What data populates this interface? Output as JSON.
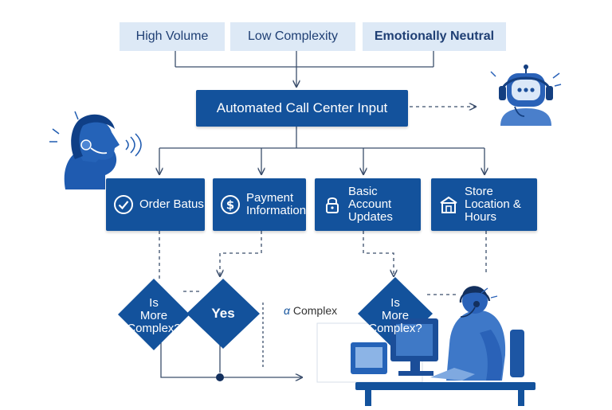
{
  "criteria": [
    "High Volume",
    "Low Complexity",
    "Emotionally Neutral"
  ],
  "input_label": "Automated Call Center Input",
  "categories": [
    {
      "label": "Order Batus",
      "icon": "check-circle-icon"
    },
    {
      "label": "Payment\nInformation",
      "icon": "dollar-icon"
    },
    {
      "label": "Basic\nAccount\nUpdates",
      "icon": "lock-icon"
    },
    {
      "label": "Store\nLocation &\nHours",
      "icon": "store-icon"
    }
  ],
  "decisions": [
    "Is\nMore\nComplex?",
    "Yes",
    "Is\nMore\nComplex?"
  ],
  "annotation": "Complex",
  "colors": {
    "primary": "#13529c",
    "light": "#dde9f6",
    "line": "#3a4d6b"
  }
}
